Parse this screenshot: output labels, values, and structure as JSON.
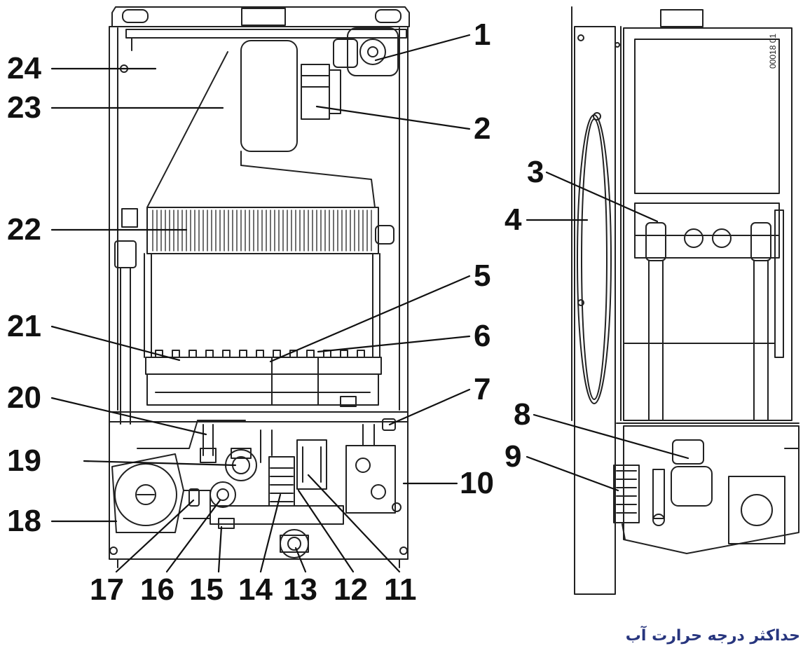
{
  "callouts": [
    {
      "id": "1",
      "text": "1"
    },
    {
      "id": "2",
      "text": "2"
    },
    {
      "id": "3",
      "text": "3"
    },
    {
      "id": "4",
      "text": "4"
    },
    {
      "id": "5",
      "text": "5"
    },
    {
      "id": "6",
      "text": "6"
    },
    {
      "id": "7",
      "text": "7"
    },
    {
      "id": "8",
      "text": "8"
    },
    {
      "id": "9",
      "text": "9"
    },
    {
      "id": "10",
      "text": "10"
    },
    {
      "id": "11",
      "text": "11"
    },
    {
      "id": "12",
      "text": "12"
    },
    {
      "id": "13",
      "text": "13"
    },
    {
      "id": "14",
      "text": "14"
    },
    {
      "id": "15",
      "text": "15"
    },
    {
      "id": "16",
      "text": "16"
    },
    {
      "id": "17",
      "text": "17"
    },
    {
      "id": "18",
      "text": "18"
    },
    {
      "id": "19",
      "text": "19"
    },
    {
      "id": "20",
      "text": "20"
    },
    {
      "id": "21",
      "text": "21"
    },
    {
      "id": "22",
      "text": "22"
    },
    {
      "id": "23",
      "text": "23"
    },
    {
      "id": "24",
      "text": "24"
    }
  ],
  "drawing_code": "00018 01",
  "caption": "حداکثر درجه حرارت آب"
}
